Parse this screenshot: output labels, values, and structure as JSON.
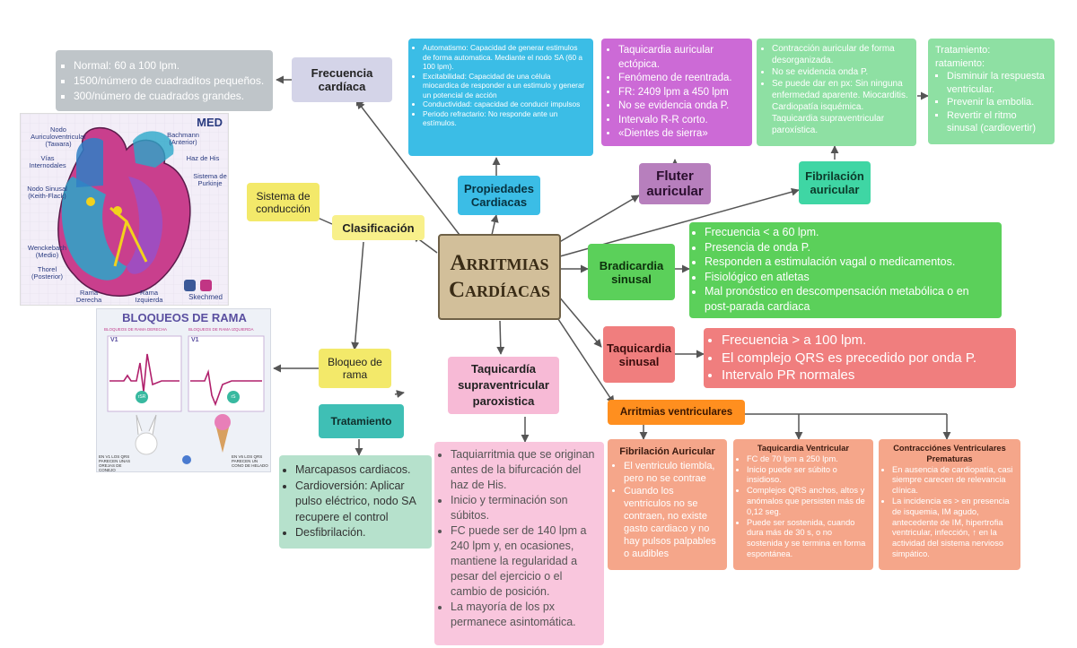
{
  "title": {
    "line1": "Arritmias",
    "line2": "Cardíacas"
  },
  "frecuencia": {
    "label": "Frecuencia cardíaca",
    "items": [
      "Normal: 60 a 100 lpm.",
      "1500/número de cuadraditos pequeños.",
      "300/número de cuadrados grandes."
    ]
  },
  "propiedades": {
    "label": "Propiedades Cardiacas",
    "items": [
      "Automatismo: Capacidad de generar estimulos de forma automatica. Mediante el nodo SA (60 a 100 lpm).",
      "Excitabilidad: Capacidad de una célula miocardica de responder a un estimulo y generar un potencial de acción",
      "Conductividad: capacidad de conducir impulsos",
      "Periodo refractario: No responde ante un estímulos."
    ]
  },
  "fluter": {
    "label": "Fluter auricular",
    "items": [
      "Taquicardia auricular ectópica.",
      "Fenómeno de reentrada.",
      "FR: 2409 lpm a 450 lpm",
      "No se evidencia onda P.",
      "Intervalo R-R corto.",
      "«Dientes de sierra»"
    ]
  },
  "fibrilacion_auricular": {
    "label": "Fibrilación auricular",
    "items": [
      "Contracción auricular de forma desorganizada.",
      "No se evidencia onda P.",
      "Se puede dar en px: Sin ninguna enfermedad aparente. Miocarditis. Cardiopatía isquémica. Taquicardia supraventricular paroxística."
    ]
  },
  "tratamiento_fa": {
    "title1": "Tratamiento:",
    "title2": "ratamiento:",
    "items": [
      "Disminuir la respuesta ventricular.",
      "Prevenir la embolia.",
      "Revertir el ritmo sinusal (cardiovertir)"
    ]
  },
  "sistema": {
    "label": "Sistema de conducción"
  },
  "clasificacion": {
    "label": "Clasificación"
  },
  "bloqueo": {
    "label": "Bloqueo de rama"
  },
  "tratamiento": {
    "label": "Tratamiento",
    "items": [
      "Marcapasos cardiacos.",
      "Cardioversión: Aplicar pulso eléctrico, nodo SA recupere el control",
      "Desfibrilación."
    ]
  },
  "tsvp": {
    "label": "Taquicardía supraventricular paroxistica",
    "items": [
      "Taquiarritmia que se originan antes  de la bifurcación del haz de His.",
      "Inicio y terminación son súbitos.",
      "FC puede ser de 140 lpm a 240 lpm y, en ocasiones, mantiene la regularidad a pesar del ejercicio o el cambio de posición.",
      "La mayoría de los px permanece asintomática."
    ]
  },
  "bradicardia": {
    "label": "Bradicardia sinusal",
    "items": [
      "Frecuencia < a 60 lpm.",
      "Presencia de onda P.",
      "Responden a estimulación vagal o medicamentos.",
      "Fisiológico en atletas",
      "Mal pronóstico en descompensación metabólica o en post-parada cardiaca"
    ]
  },
  "taquicardia_sinusal": {
    "label": "Taquicardia sinusal",
    "items": [
      "Frecuencia > a 100 lpm.",
      "El complejo QRS es precedido por onda P.",
      "Intervalo PR normales"
    ]
  },
  "ventriculares": {
    "label": "Arritmias ventriculares"
  },
  "fib_ventricular": {
    "title": "Fibrilación Auricular",
    "items": [
      "El ventriculo tiembla, pero no se contrae",
      "Cuando los ventriculos no se contraen, no existe gasto cardiaco y no hay pulsos palpables o audibles"
    ]
  },
  "taq_ventricular": {
    "title": "Taquicardia Ventricular",
    "items": [
      "FC de 70 lpm a 250 lpm.",
      "Inicio puede ser súbito o insidioso.",
      "Complejos QRS anchos, altos y anómalos que persisten más de 0,12 seg.",
      "Puede ser sostenida, cuando dura más de 30 s, o no sostenida  y se termina en forma espontánea."
    ]
  },
  "contracciones": {
    "title": "Contracciónes Ventriculares Prematuras",
    "items": [
      "En ausencia de cardiopatía, casi siempre carecen de relevancia clínica.",
      "La incidencia es > en presencia de isquemia, IM agudo, antecedente de IM, hipertrofia ventricular, infección, ↑ en la actividad del sistema nervioso simpático."
    ]
  },
  "heart_image": {
    "brand": "MED",
    "labels": [
      "Nodo Auriculoventricular (Tawara)",
      "Vías Internodales",
      "Nodo Sinusal (Keith-Flack)",
      "Wenckebach (Medio)",
      "Thorel (Posterior)",
      "Bachmann (Anterior)",
      "Haz de His",
      "Sistema de Purkinje",
      "Rama Derecha",
      "Rama Izquierda",
      "Skechmed"
    ]
  },
  "bloqueos_image": {
    "title": "BLOQUEOS DE RAMA",
    "left_sub": "BLOQUEOS DE RAMA DERECHA",
    "right_sub": "BLOQUEOS DE RAMA IZQUIERDA",
    "lead": "V1",
    "marker_left": "rSR",
    "marker_right": "rS",
    "caption_left": "EN V1 LOS QRS PARECEN UNAS OREJAS DE CONEJO",
    "caption_right": "EN V6 LOS QRS PARECEN UN CONO DE HELADO"
  },
  "colors": {
    "gray": "#bfc5c9",
    "violet": "#cfcfe6",
    "blue": "#3bbde6",
    "purple": "#cc6ad6",
    "green": "#8ee0a3",
    "teal": "#3fd6a4",
    "yellow": "#f3e96a",
    "pink": "#f7b3d2",
    "bright_green": "#5bd05a",
    "red": "#f07e7e",
    "orange": "#ff8f1f",
    "salmon": "#f5a68a"
  }
}
